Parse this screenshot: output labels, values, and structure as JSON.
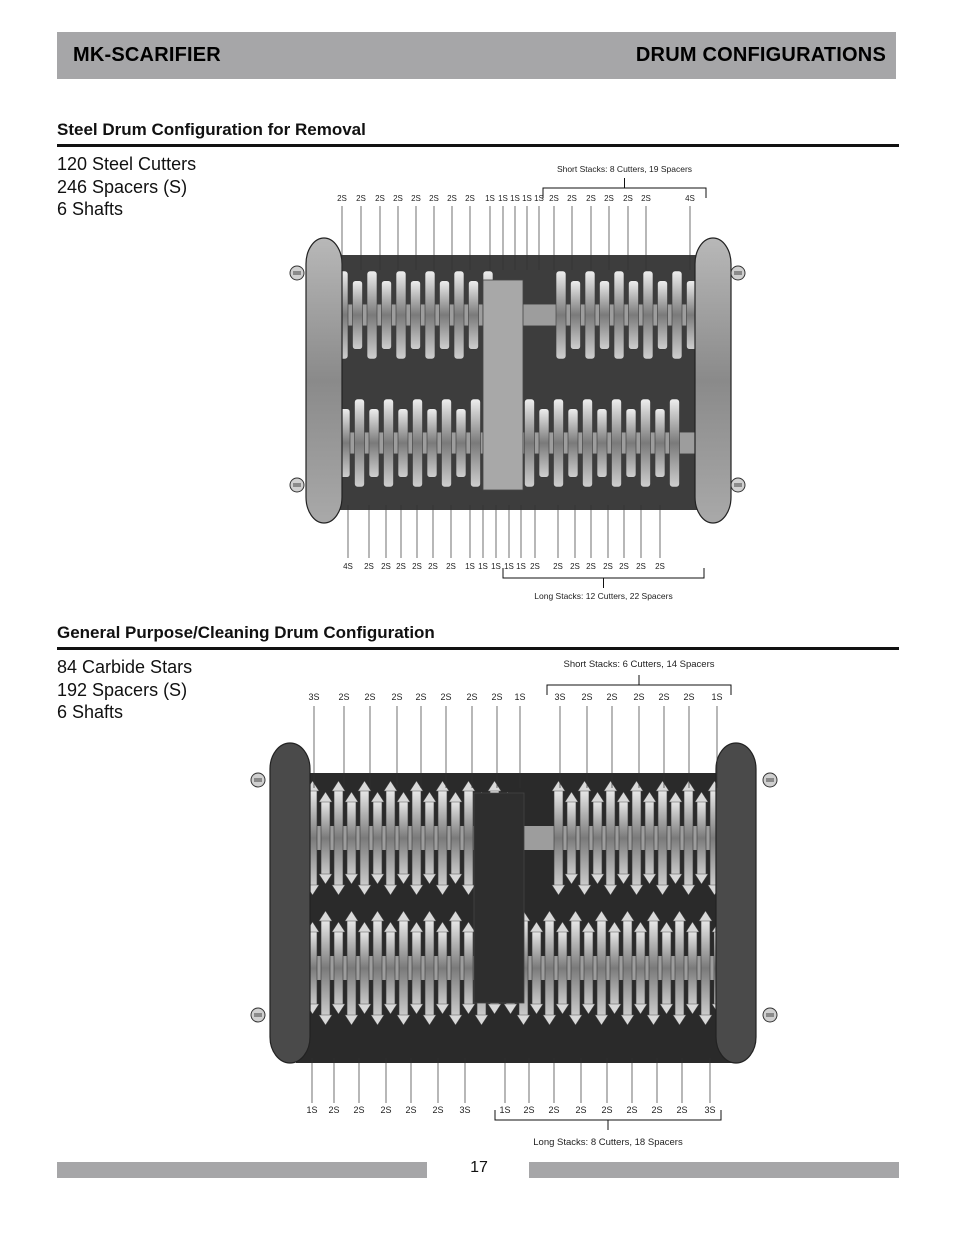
{
  "header": {
    "left_title": "MK-SCARIFIER",
    "right_title": "DRUM CONFIGURATIONS"
  },
  "sections": [
    {
      "title": "Steel Drum Configuration for Removal",
      "specs": [
        "120 Steel Cutters",
        "246 Spacers (S)",
        "6 Shafts"
      ],
      "diagram": {
        "top_caption": "Short Stacks: 8 Cutters, 19 Spacers",
        "bottom_caption": "Long Stacks: 12 Cutters, 22 Spacers",
        "top_labels": [
          "2S",
          "2S",
          "2S",
          "2S",
          "2S",
          "2S",
          "2S",
          "2S",
          "1S",
          "1S",
          "1S",
          "1S",
          "1S",
          "2S",
          "2S",
          "2S",
          "2S",
          "2S",
          "2S",
          "4S"
        ],
        "bottom_labels": [
          "4S",
          "2S",
          "2S",
          "2S",
          "2S",
          "2S",
          "2S",
          "1S",
          "1S",
          "1S",
          "1S",
          "1S",
          "2S",
          "2S",
          "2S",
          "2S",
          "2S",
          "2S",
          "2S",
          "2S"
        ]
      }
    },
    {
      "title": "General Purpose/Cleaning Drum Configuration",
      "specs": [
        "84 Carbide Stars",
        "192 Spacers (S)",
        "6 Shafts"
      ],
      "diagram": {
        "top_caption": "Short Stacks: 6 Cutters, 14 Spacers",
        "bottom_caption": "Long Stacks: 8 Cutters, 18 Spacers",
        "top_labels": [
          "3S",
          "2S",
          "2S",
          "2S",
          "2S",
          "2S",
          "2S",
          "2S",
          "1S",
          "3S",
          "2S",
          "2S",
          "2S",
          "2S",
          "2S",
          "1S"
        ],
        "bottom_labels": [
          "1S",
          "2S",
          "2S",
          "2S",
          "2S",
          "2S",
          "3S",
          "1S",
          "2S",
          "2S",
          "2S",
          "2S",
          "2S",
          "2S",
          "2S",
          "3S"
        ]
      }
    }
  ],
  "footer": {
    "page_number": "17"
  }
}
